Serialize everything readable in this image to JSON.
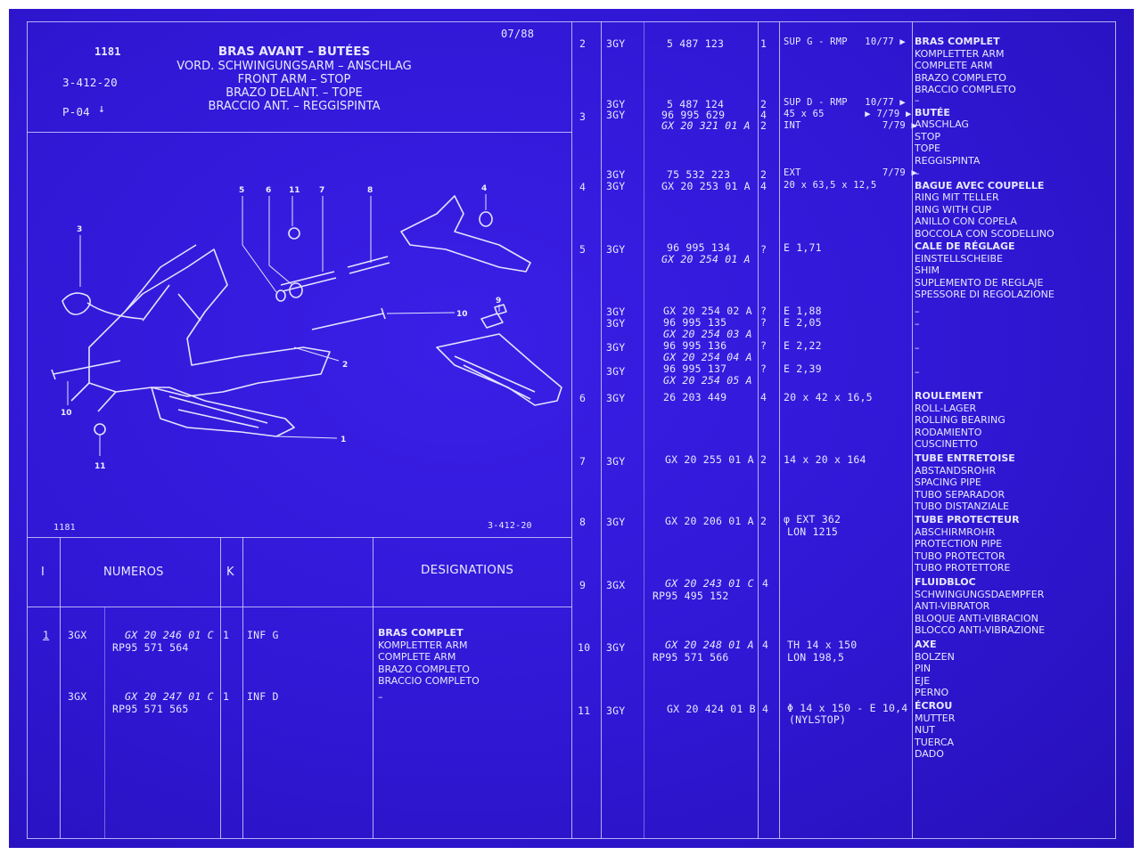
{
  "header": {
    "plate_no": "1181",
    "date": "07/88",
    "group_ref": "3-412-20",
    "page_ref": "P-04",
    "titles": [
      "BRAS AVANT – BUTÉES",
      "VORD. SCHWINGUNGSARM – ANSCHLAG",
      "FRONT ARM – STOP",
      "BRAZO DELANT. – TOPE",
      "BRACCIO ANT. – REGGISPINTA"
    ]
  },
  "figure": {
    "plate_no": "1181",
    "ref": "3-412-20",
    "callouts": [
      "1",
      "2",
      "3",
      "4",
      "5",
      "6",
      "7",
      "8",
      "9",
      "10",
      "10",
      "11",
      "11"
    ]
  },
  "table_header": {
    "col_i": "I",
    "col_numeros": "NUMEROS",
    "col_k": "K",
    "col_designations": "DESIGNATIONS"
  },
  "left_rows": [
    {
      "item": "1",
      "type": "3GX",
      "numbers": [
        "GX 20 246 01 C",
        "RP95 571 564"
      ],
      "qty": "1",
      "info": "INF G",
      "desc": [
        "BRAS COMPLET",
        "KOMPLETTER ARM",
        "COMPLETE ARM",
        "BRAZO COMPLETO",
        "BRACCIO COMPLETO"
      ]
    },
    {
      "item": "",
      "type": "3GX",
      "numbers": [
        "GX 20 247 01 C",
        "RP95 571 565"
      ],
      "qty": "1",
      "info": "INF D",
      "desc": [
        "–"
      ]
    }
  ],
  "right_rows": [
    {
      "item": "2",
      "types": [
        "3GY"
      ],
      "numbers": [
        "5 487 123"
      ],
      "qtys": [
        "1"
      ],
      "infos": [
        "SUP G - RMP   10/77 ▶"
      ],
      "desc": [
        "BRAS COMPLET",
        "KOMPLETTER ARM",
        "COMPLETE ARM",
        "BRAZO COMPLETO",
        "BRACCIO COMPLETO"
      ]
    },
    {
      "item": "3",
      "types": [
        "3GY",
        "3GY"
      ],
      "numbers": [
        "5 487 124",
        "96 995 629",
        "GX 20 321 01 A"
      ],
      "qtys": [
        "2",
        "4",
        "2"
      ],
      "infos": [
        "SUP D - RMP   10/77 ▶",
        "45 x 65       ▶ 7/79 ▶",
        "INT              7/79 ▶"
      ],
      "desc": [
        "–",
        "BUTÉE",
        "ANSCHLAG",
        "STOP",
        "TOPE",
        "REGGISPINTA"
      ]
    },
    {
      "item": "4",
      "types": [
        "3GY",
        "3GY"
      ],
      "numbers": [
        "75 532 223",
        "GX 20 253 01 A"
      ],
      "qtys": [
        "2",
        "4"
      ],
      "infos": [
        "EXT              7/79 ▶",
        "20 x 63,5 x 12,5"
      ],
      "desc": [
        "–",
        "BAGUE AVEC COUPELLE",
        "RING MIT TELLER",
        "RING WITH CUP",
        "ANILLO CON COPELA",
        "BOCCOLA CON SCODELLINO"
      ]
    },
    {
      "item": "5",
      "types": [
        "3GY"
      ],
      "numbers": [
        "96 995 134",
        "GX 20 254 01 A"
      ],
      "qtys": [
        "?"
      ],
      "infos": [
        "E 1,71"
      ],
      "desc": [
        "CALE DE RÉGLAGE",
        "EINSTELLSCHEIBE",
        "SHIM",
        "SUPLEMENTO DE REGLAJE",
        "SPESSORE DI REGOLAZIONE"
      ]
    },
    {
      "item": "",
      "types": [
        "3GY",
        "3GY",
        "3GY",
        "3GY"
      ],
      "numbers": [
        "GX 20 254 02 A",
        "96 995 135",
        "GX 20 254 03 A",
        "96 995 136",
        "GX 20 254 04 A",
        "96 995 137",
        "GX 20 254 05 A"
      ],
      "qtys": [
        "?",
        "?",
        "?",
        "?"
      ],
      "infos": [
        "E 1,88",
        "E 2,05",
        "E 2,22",
        "E 2,39"
      ],
      "desc": [
        "–",
        "–",
        "–",
        "–"
      ]
    },
    {
      "item": "6",
      "types": [
        "3GY"
      ],
      "numbers": [
        "26 203 449"
      ],
      "qtys": [
        "4"
      ],
      "infos": [
        "20 x 42 x 16,5"
      ],
      "desc": [
        "ROULEMENT",
        "ROLL-LAGER",
        "ROLLING BEARING",
        "RODAMIENTO",
        "CUSCINETTO"
      ]
    },
    {
      "item": "7",
      "types": [
        "3GY"
      ],
      "numbers": [
        "GX 20 255 01 A"
      ],
      "qtys": [
        "2"
      ],
      "infos": [
        "14 x 20 x 164"
      ],
      "desc": [
        "TUBE ENTRETOISE",
        "ABSTANDSROHR",
        "SPACING PIPE",
        "TUBO SEPARADOR",
        "TUBO DISTANZIALE"
      ]
    },
    {
      "item": "8",
      "types": [
        "3GY"
      ],
      "numbers": [
        "GX 20 206 01 A"
      ],
      "qtys": [
        "2"
      ],
      "infos": [
        "φ EXT 362",
        "LON 1215"
      ],
      "desc": [
        "TUBE PROTECTEUR",
        "ABSCHIRMROHR",
        "PROTECTION PIPE",
        "TUBO PROTECTOR",
        "TUBO PROTETTORE"
      ]
    },
    {
      "item": "9",
      "types": [
        "3GX"
      ],
      "numbers": [
        "GX 20 243 01 C",
        "RP95 495 152"
      ],
      "qtys": [
        "4"
      ],
      "infos": [],
      "desc": [
        "FLUIDBLOC",
        "SCHWINGUNGSDAEMPFER",
        "ANTI-VIBRATOR",
        "BLOQUE ANTI-VIBRACION",
        "BLOCCO ANTI-VIBRAZIONE"
      ]
    },
    {
      "item": "10",
      "types": [
        "3GY"
      ],
      "numbers": [
        "GX 20 248 01 A",
        "RP95 571 566"
      ],
      "qtys": [
        "4"
      ],
      "infos": [
        "TH 14 x 150",
        "LON 198,5"
      ],
      "desc": [
        "AXE",
        "BOLZEN",
        "PIN",
        "EJE",
        "PERNO"
      ]
    },
    {
      "item": "11",
      "types": [
        "3GY"
      ],
      "numbers": [
        "GX 20 424 01 B"
      ],
      "qtys": [
        "4"
      ],
      "infos": [
        "Φ 14 x 150 - E 10,4",
        "(NYLSTOP)"
      ],
      "desc": [
        "ÉCROU",
        "MUTTER",
        "NUT",
        "TUERCA",
        "DADO"
      ]
    }
  ]
}
